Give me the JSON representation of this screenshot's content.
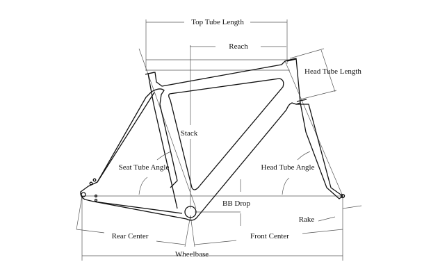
{
  "labels": {
    "top_tube_length": "Top Tube Length",
    "reach": "Reach",
    "head_tube_length": "Head Tube Length",
    "stack": "Stack",
    "seat_tube_angle": "Seat Tube Angle",
    "head_tube_angle": "Head Tube Angle",
    "bb_drop": "BB Drop",
    "rake": "Rake",
    "rear_center": "Rear Center",
    "front_center": "Front Center",
    "wheelbase": "Wheelbase"
  }
}
